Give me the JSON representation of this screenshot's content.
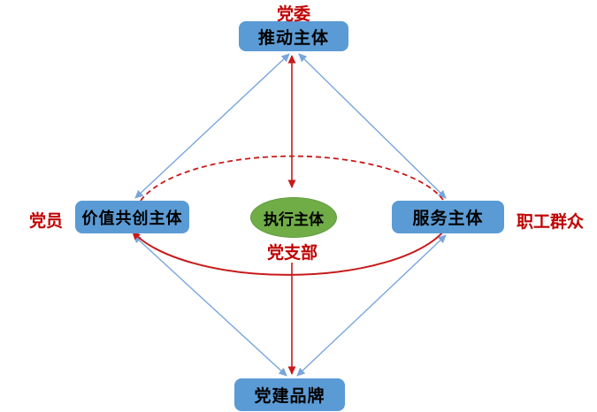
{
  "diagram": {
    "title": "party-building co-creation subjects diagram",
    "nodes": {
      "top": {
        "label": "推动主体",
        "annotation": "党委"
      },
      "left": {
        "label": "价值共创主体",
        "annotation": "党员"
      },
      "center": {
        "label": "执行主体",
        "annotation": "党支部"
      },
      "right": {
        "label": "服务主体",
        "annotation": "职工群众"
      },
      "bottom": {
        "label": "党建品牌"
      }
    },
    "edges": [
      {
        "from": "top",
        "to": "left",
        "style": "blue-double-arrow"
      },
      {
        "from": "top",
        "to": "right",
        "style": "blue-double-arrow"
      },
      {
        "from": "left",
        "to": "bottom",
        "style": "blue-double-arrow"
      },
      {
        "from": "right",
        "to": "bottom",
        "style": "blue-double-arrow"
      },
      {
        "from": "top",
        "to": "center",
        "style": "red-double-arrow"
      },
      {
        "from": "center",
        "to": "bottom",
        "style": "red-arrow"
      },
      {
        "from": "left",
        "to": "right",
        "style": "red-dashed-arc-over-top"
      },
      {
        "from": "right",
        "to": "left",
        "style": "red-solid-arc-under-bottom"
      }
    ],
    "colors": {
      "node_fill": "#5B9BD5",
      "ellipse_fill": "#70AD47",
      "node_text": "#000000",
      "annotation_text": "#C00000",
      "blue_arrow": "#78A5DC",
      "red_arrow": "#C81A1A"
    }
  }
}
